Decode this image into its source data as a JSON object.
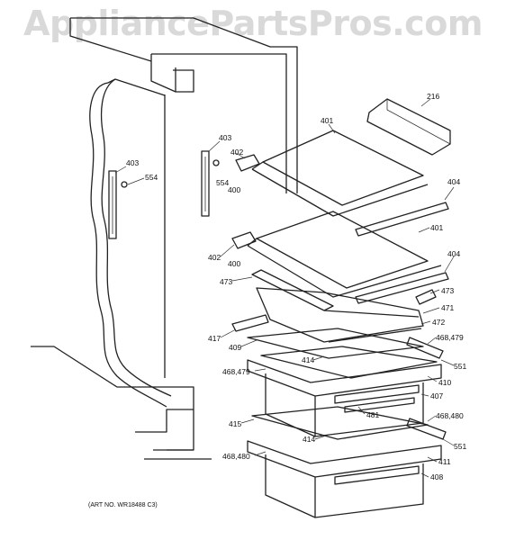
{
  "watermark": "AppliancePartsPros.com",
  "art_number": "(ART NO. WR18488 C3)",
  "labels": {
    "l216": "216",
    "l401a": "401",
    "l403a": "403",
    "l403b": "403",
    "l554a": "554",
    "l554b": "554",
    "l402a": "402",
    "l400a": "400",
    "l404a": "404",
    "l401b": "401",
    "l402b": "402",
    "l400b": "400",
    "l404b": "404",
    "l473a": "473",
    "l473b": "473",
    "l471": "471",
    "l472": "472",
    "l417": "417",
    "l409": "409",
    "l468_479a": "468,479",
    "l414a": "414",
    "l551a": "551",
    "l468_479b": "468,479",
    "l410": "410",
    "l407": "407",
    "l481": "481",
    "l468_480a": "468,480",
    "l415": "415",
    "l414b": "414",
    "l551b": "551",
    "l468_480b": "468,480",
    "l411": "411",
    "l408": "408"
  }
}
